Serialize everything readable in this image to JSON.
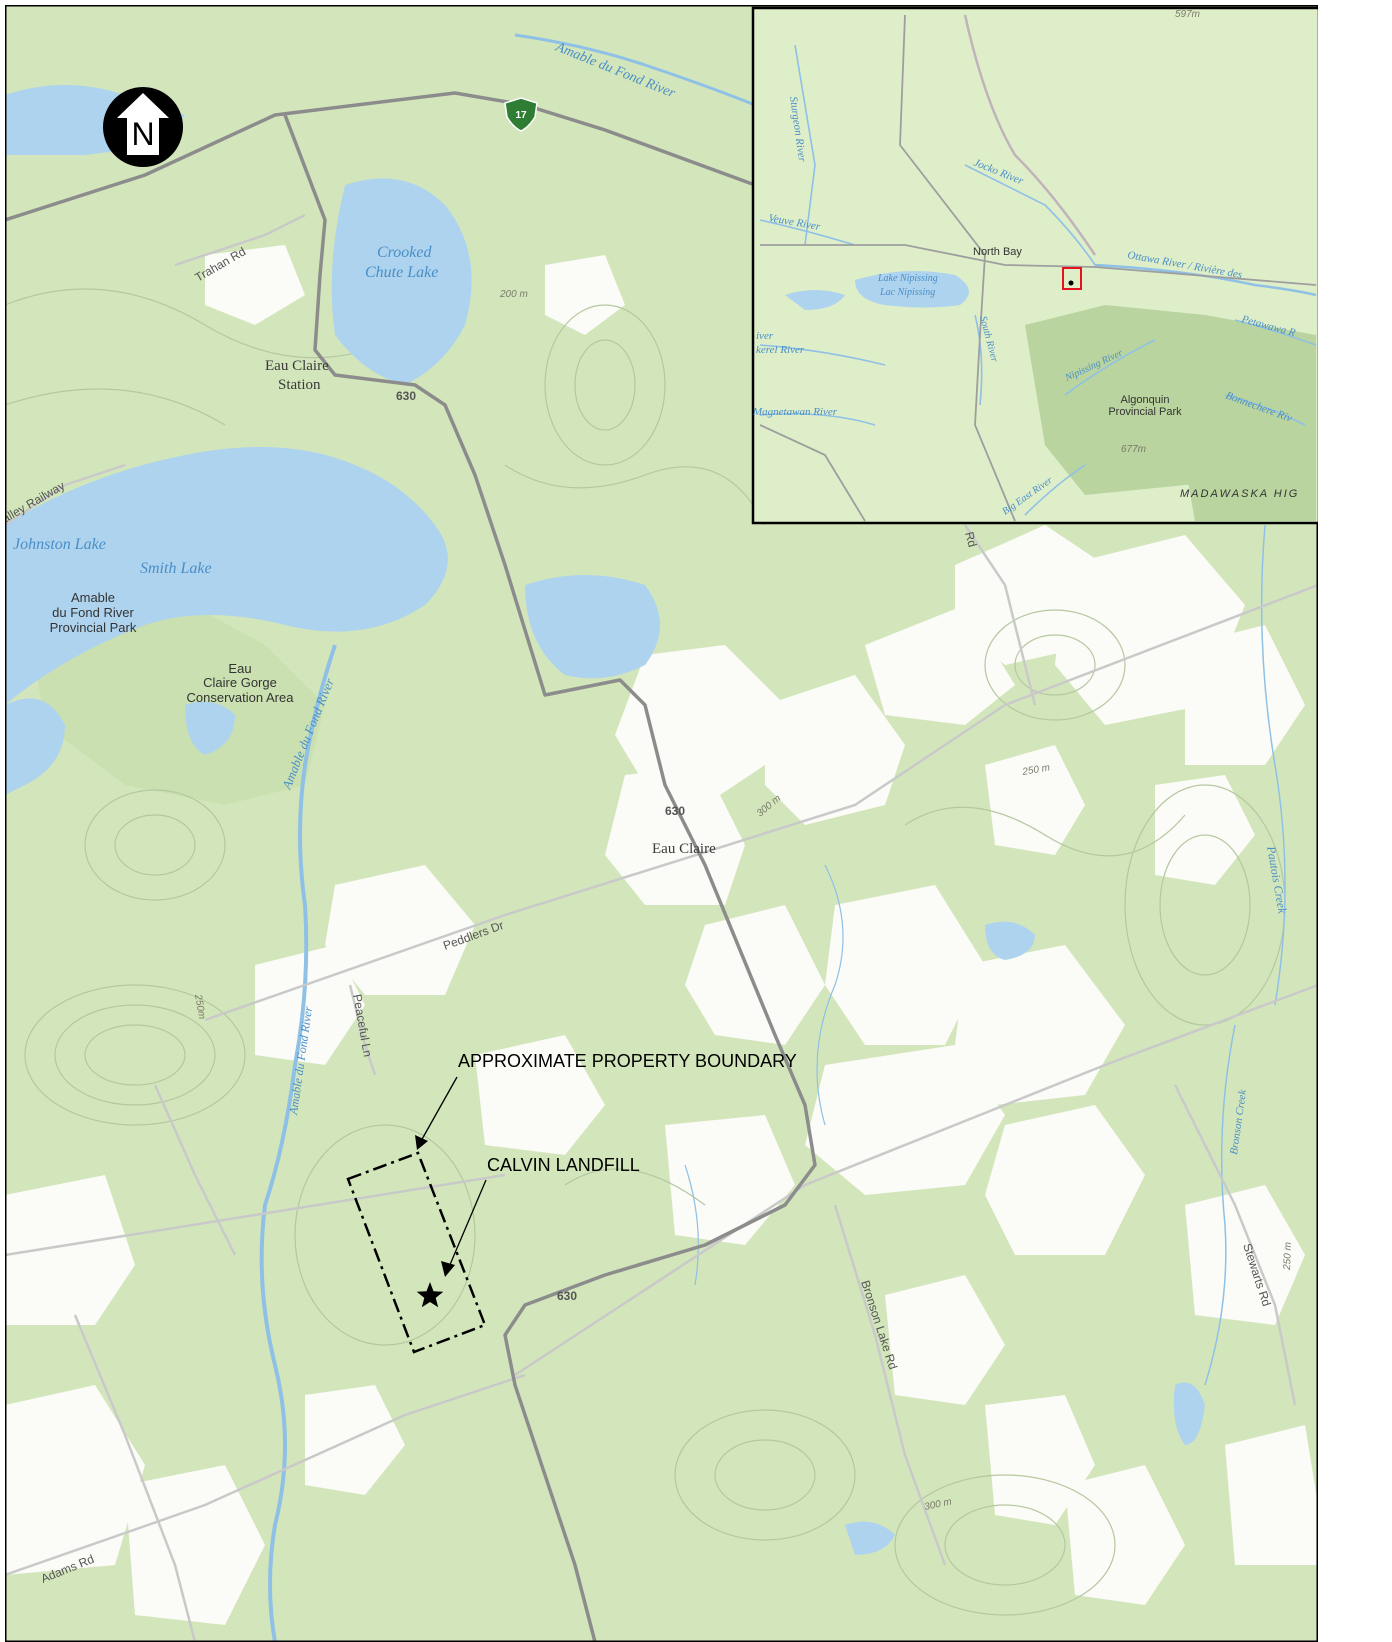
{
  "colors": {
    "forest": "#d3e6bb",
    "clearing": "#fbfbf7",
    "water": "#aed3ee",
    "water_label": "#4a8ec7",
    "contour": "#b6c7a0",
    "highway": "#8c8c8c",
    "road": "#c9c9c9",
    "park": "#b9d49e",
    "locator": "#e3141b"
  },
  "icons": {
    "north_arrow": "north-arrow-icon",
    "site_marker": "star-icon",
    "highway_shield": "trans-canada-shield-icon"
  },
  "north_arrow": {
    "letter": "N"
  },
  "shield_17": {
    "label": "17"
  },
  "water_labels": {
    "amable_top": "Amable du Fond River",
    "crooked": "Crooked",
    "chute": "Chute Lake",
    "johnston": "Johnston Lake",
    "smith": "Smith Lake",
    "amable_mid": "Amable du Fond River",
    "amable_low": "Amable du Fond River",
    "pautois": "Pautois Creek",
    "bronson_creek": "Bronson Creek"
  },
  "places": {
    "eau_claire_station_1": "Eau Claire",
    "eau_claire_station_2": "Station",
    "eau_claire": "Eau Claire"
  },
  "parks": {
    "amable_park_1": "Amable",
    "amable_park_2": "du Fond River",
    "amable_park_3": "Provincial Park",
    "gorge_1": "Eau",
    "gorge_2": "Claire Gorge",
    "gorge_3": "Conservation Area"
  },
  "roads": {
    "trahan": "Trahan Rd",
    "railway": "alley Railway",
    "hwy630_a": "630",
    "hwy630_b": "630",
    "hwy630_c": "630",
    "peddlers": "Peddlers Dr",
    "peaceful": "Peaceful Ln",
    "bronson_lake": "Bronson Lake Rd",
    "stewarts": "Stewarts Rd",
    "adams": "Adams Rd",
    "rd_top": "Rd"
  },
  "elevations": {
    "e200": "200 m",
    "e250a": "250 m",
    "e300a": "300 m",
    "e250b": "250m",
    "e250c": "250 m",
    "e300b": "300 m"
  },
  "annotations": {
    "boundary": "APPROXIMATE PROPERTY BOUNDARY",
    "landfill": "CALVIN LANDFILL"
  },
  "inset": {
    "elev_top": "597m",
    "sturgeon": "Sturgeon River",
    "jocko": "Jocko River",
    "veuve": "Veuve River",
    "north_bay": "North Bay",
    "ottawa": "Ottawa River / Rivière des",
    "nipissing_1": "Lake Nipissing",
    "nipissing_2": "Lac Nipissing",
    "petawawa": "Petawawa R",
    "kerel": "iver",
    "kerel2": "kerel River",
    "south": "South River",
    "nipissing_river": "Nipissing River",
    "algonquin_1": "Algonquin",
    "algonquin_2": "Provincial Park",
    "bonnechere": "Bonnechere Riv",
    "magnetawan": "Magnetawan River",
    "elev_677": "677m",
    "big_east": "Big East River",
    "madawaska": "MADAWASKA HIG"
  }
}
